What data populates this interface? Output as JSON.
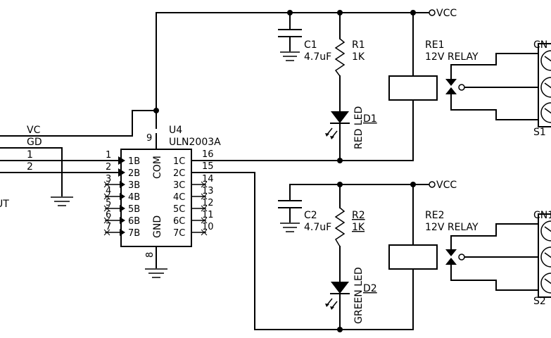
{
  "power": {
    "vcc1": "VCC",
    "vcc2": "VCC"
  },
  "inputs": {
    "vc": "VC",
    "gd": "GD",
    "in1": "1",
    "in2": "2",
    "cut": "UT"
  },
  "u4": {
    "ref": "U4",
    "part": "ULN2003A",
    "com": "COM",
    "gnd": "GND",
    "pin_com": "9",
    "pin_gnd": "8",
    "left_pins": [
      "1",
      "2",
      "3",
      "4",
      "5",
      "6",
      "7"
    ],
    "left_names": [
      "1B",
      "2B",
      "3B",
      "4B",
      "5B",
      "6B",
      "7B"
    ],
    "right_names": [
      "1C",
      "2C",
      "3C",
      "4C",
      "5C",
      "6C",
      "7C"
    ],
    "right_pins": [
      "16",
      "15",
      "14",
      "13",
      "12",
      "11",
      "10"
    ]
  },
  "c1": {
    "ref": "C1",
    "value": "4.7uF"
  },
  "r1": {
    "ref": "R1",
    "value": "1K"
  },
  "d1": {
    "ref": "D1",
    "label": "RED LED"
  },
  "re1": {
    "ref": "RE1",
    "value": "12V RELAY"
  },
  "cn1": {
    "ref": "CN",
    "switch": "S1"
  },
  "c2": {
    "ref": "C2",
    "value": "4.7uF"
  },
  "r2": {
    "ref": "R2",
    "value": "1K"
  },
  "d2": {
    "ref": "D2",
    "label": "GREEN LED"
  },
  "re2": {
    "ref": "RE2",
    "value": "12V RELAY"
  },
  "cn2": {
    "ref": "CN1",
    "switch": "S2"
  }
}
